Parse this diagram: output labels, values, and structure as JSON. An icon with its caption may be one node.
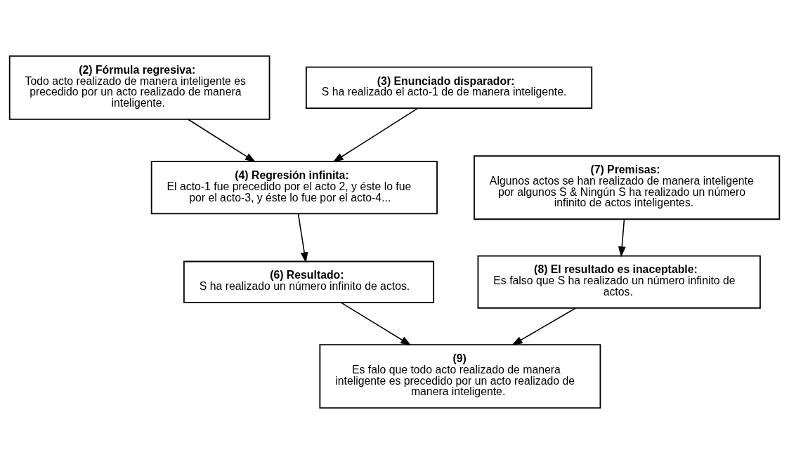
{
  "diagram": {
    "nodes": [
      {
        "text": [
          "(2) Fórmula regresiva:",
          "Todo acto realizado de manera inteligente es precedido por un acto realizado de manera inteligente."
        ]
      },
      {
        "text": [
          "(3) Enunciado disparador:",
          "S ha realizado el acto-1 de de manera inteligente."
        ]
      },
      {
        "text": [
          "(4) Regresión infinita:",
          "El acto-1 fue precedido por el acto 2, y éste lo fue por el acto-3, y éste lo fue por el acto-4..."
        ]
      },
      {
        "text": [
          "(7) Premisas:",
          "Algunos actos se han realizado de manera inteligente por algunos S & Ningún S ha realizado un número infinito de actos inteligentes."
        ]
      },
      {
        "text": [
          "(6) Resultado:",
          "S ha realizado un número infinito de actos."
        ]
      },
      {
        "text": [
          "(8) El resultado es inaceptable:",
          "Es falso que S ha realizado un número infinito de actos."
        ]
      },
      {
        "text": [
          "(9)",
          "Es falo que todo acto realizado de manera inteligente es precedido por un acto realizado de manera inteligente."
        ]
      }
    ],
    "edges": [
      {
        "from": 0,
        "to": 2,
        "arrow": "to"
      },
      {
        "from": 1,
        "to": 2,
        "arrow": "to"
      },
      {
        "from": 2,
        "to": 4,
        "arrow": "to"
      },
      {
        "from": 3,
        "to": 5,
        "arrow": "to"
      },
      {
        "from": 4,
        "to": 6,
        "arrow": "to"
      },
      {
        "from": 5,
        "to": 6,
        "arrow": "to"
      }
    ]
  }
}
